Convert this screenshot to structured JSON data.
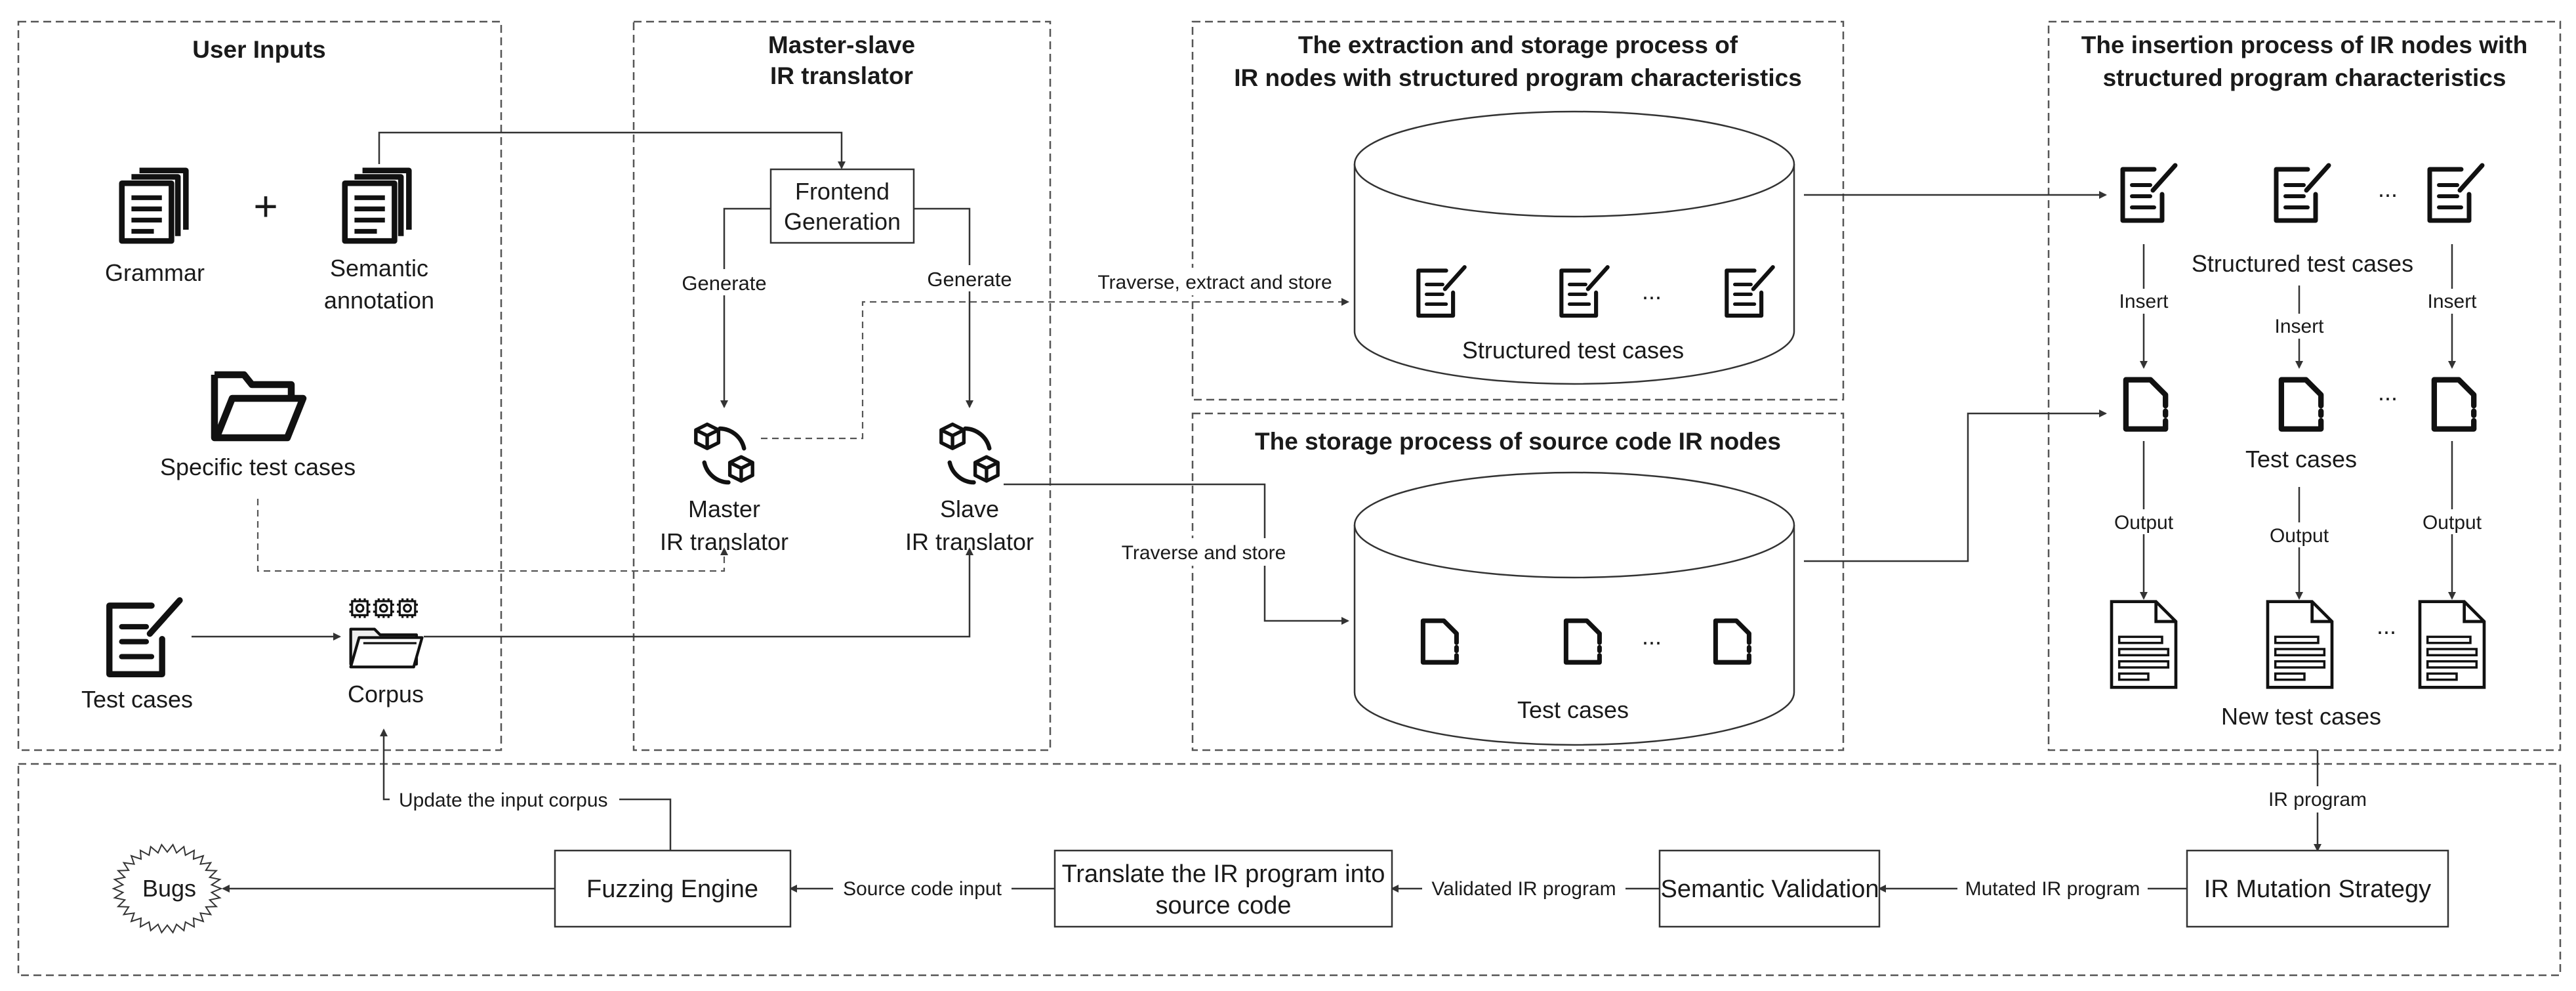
{
  "sections": {
    "user_inputs": "User Inputs",
    "translator_line1": "Master-slave",
    "translator_line2": "IR translator",
    "extraction_line1": "The extraction and storage process of",
    "extraction_line2": "IR nodes with structured program characteristics",
    "storage": "The storage process of source code IR nodes",
    "insertion_line1": "The insertion process of IR nodes with",
    "insertion_line2": "structured program characteristics"
  },
  "inputs": {
    "grammar": "Grammar",
    "plus": "+",
    "semantic_line1": "Semantic",
    "semantic_line2": "annotation",
    "specific_test_cases": "Specific test cases",
    "test_cases": "Test cases",
    "corpus": "Corpus"
  },
  "translator": {
    "frontend_line1": "Frontend",
    "frontend_line2": "Generation",
    "generate_left": "Generate",
    "generate_right": "Generate",
    "master_line1": "Master",
    "master_line2": "IR translator",
    "slave_line1": "Slave",
    "slave_line2": "IR translator"
  },
  "edges": {
    "traverse_extract_store": "Traverse, extract and store",
    "traverse_store": "Traverse and store",
    "insert": "Insert",
    "output": "Output",
    "ir_program": "IR program",
    "mutated_ir_program": "Mutated IR program",
    "validated_ir_program": "Validated IR program",
    "source_code_input": "Source code input",
    "update_corpus": "Update the input corpus"
  },
  "databases": {
    "structured_test_cases": "Structured test cases",
    "test_cases": "Test cases",
    "ellipsis": "..."
  },
  "insertion": {
    "structured_test_cases": "Structured test cases",
    "test_cases": "Test cases",
    "new_test_cases": "New test cases",
    "ellipsis": "..."
  },
  "pipeline": {
    "ir_mutation_strategy": "IR Mutation Strategy",
    "semantic_validation": "Semantic Validation",
    "translate_line1": "Translate the IR program into",
    "translate_line2": "source code",
    "fuzzing_engine": "Fuzzing Engine",
    "bugs": "Bugs"
  }
}
